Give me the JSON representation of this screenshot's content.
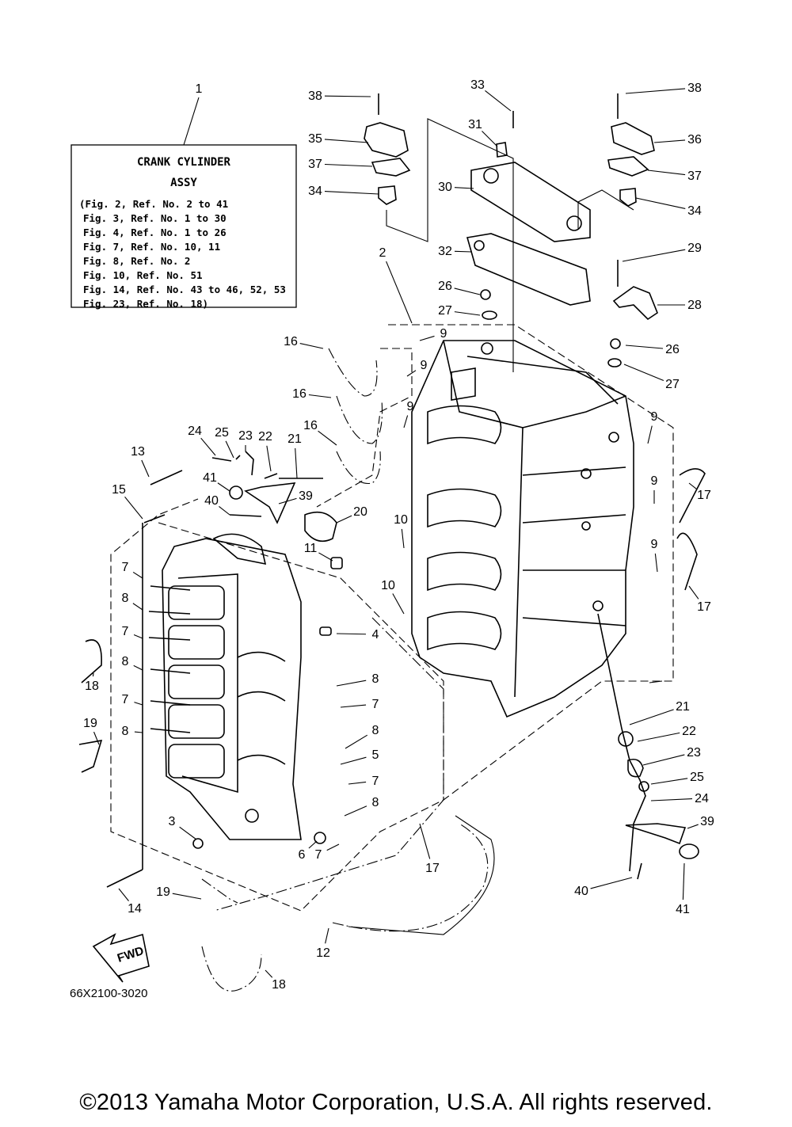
{
  "legend": {
    "callout": "1",
    "title_line1": "CRANK CYLINDER",
    "title_line2": "ASSY",
    "lines": [
      "(Fig. 2, Ref. No. 2 to 41",
      "Fig. 3, Ref. No. 1 to 30",
      "Fig. 4, Ref. No. 1 to 26",
      "Fig. 7, Ref. No. 10, 11",
      "Fig. 8, Ref. No. 2",
      "Fig. 10, Ref. No. 51",
      "Fig. 14, Ref. No. 43 to 46, 52, 53",
      "Fig. 23, Ref. No. 18)"
    ]
  },
  "callouts": [
    "38",
    "33",
    "38",
    "31",
    "35",
    "36",
    "37",
    "37",
    "30",
    "34",
    "34",
    "32",
    "29",
    "2",
    "26",
    "28",
    "27",
    "26",
    "27",
    "9",
    "16",
    "9",
    "16",
    "9",
    "16",
    "24",
    "25",
    "23",
    "22",
    "21",
    "13",
    "41",
    "39",
    "40",
    "20",
    "15",
    "10",
    "11",
    "10",
    "9",
    "17",
    "9",
    "9",
    "17",
    "7",
    "8",
    "7",
    "8",
    "4",
    "8",
    "7",
    "7",
    "18",
    "19",
    "8",
    "8",
    "5",
    "21",
    "22",
    "23",
    "25",
    "24",
    "7",
    "8",
    "39",
    "3",
    "6",
    "7",
    "17",
    "40",
    "41",
    "14",
    "19",
    "12",
    "18"
  ],
  "fwd_label": "FWD",
  "part_code": "66X2100-3020",
  "copyright": "©2013 Yamaha Motor Corporation, U.S.A. All rights reserved."
}
